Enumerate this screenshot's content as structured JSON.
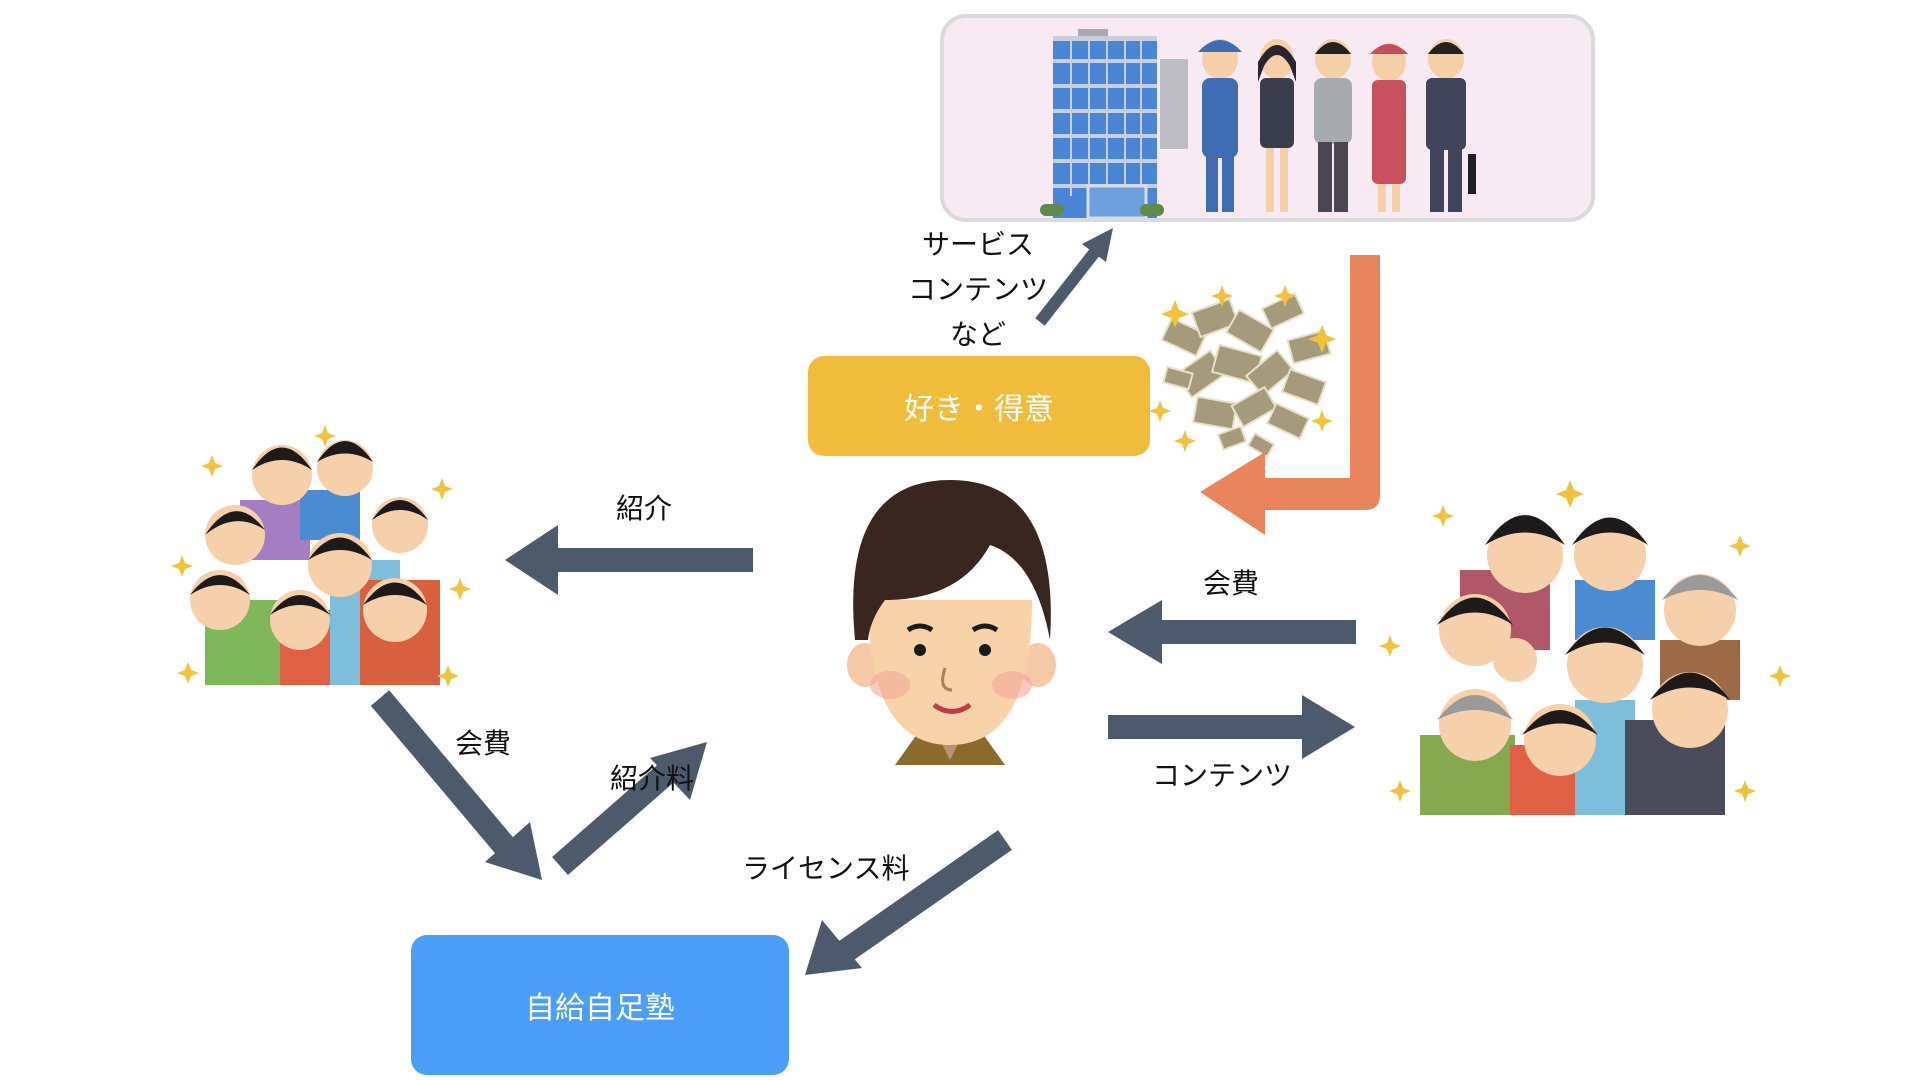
{
  "diagram": {
    "colors": {
      "arrow": "#4D5A6C",
      "money_arrow": "#E8855C",
      "yellow_box": "#F0BC3C",
      "blue_box": "#4A9EF7",
      "card_bg": "#F8EAF2",
      "card_border": "#DADADA"
    },
    "nodes": {
      "companies_card": {
        "icons": [
          "office-building-icon",
          "workers-group-icon"
        ]
      },
      "skill_box": {
        "label": "好き・得意"
      },
      "juku_box": {
        "label": "自給自足塾"
      },
      "center_person": {
        "icon": "person-icon"
      },
      "kids_group": {
        "icon": "kids-group-icon"
      },
      "family_group": {
        "icon": "family-group-icon"
      },
      "money_pile": {
        "icon": "money-pile-icon"
      }
    },
    "edges": [
      {
        "id": "skill-to-companies",
        "from": "skill_box",
        "to": "companies_card",
        "label_lines": [
          "サービス",
          "コンテンツ",
          "など"
        ]
      },
      {
        "id": "companies-to-person",
        "from": "companies_card",
        "to": "center_person",
        "label_lines": []
      },
      {
        "id": "person-to-kids",
        "from": "center_person",
        "to": "kids_group",
        "label": "紹介"
      },
      {
        "id": "family-to-person",
        "from": "family_group",
        "to": "center_person",
        "label": "会費"
      },
      {
        "id": "person-to-family",
        "from": "center_person",
        "to": "family_group",
        "label": "コンテンツ"
      },
      {
        "id": "kids-to-juku",
        "from": "kids_group",
        "to": "juku_box",
        "label": "会費"
      },
      {
        "id": "juku-to-person",
        "from": "juku_box",
        "to": "center_person",
        "label": "紹介料"
      },
      {
        "id": "person-to-juku",
        "from": "center_person",
        "to": "juku_box",
        "label": "ライセンス料"
      }
    ]
  }
}
